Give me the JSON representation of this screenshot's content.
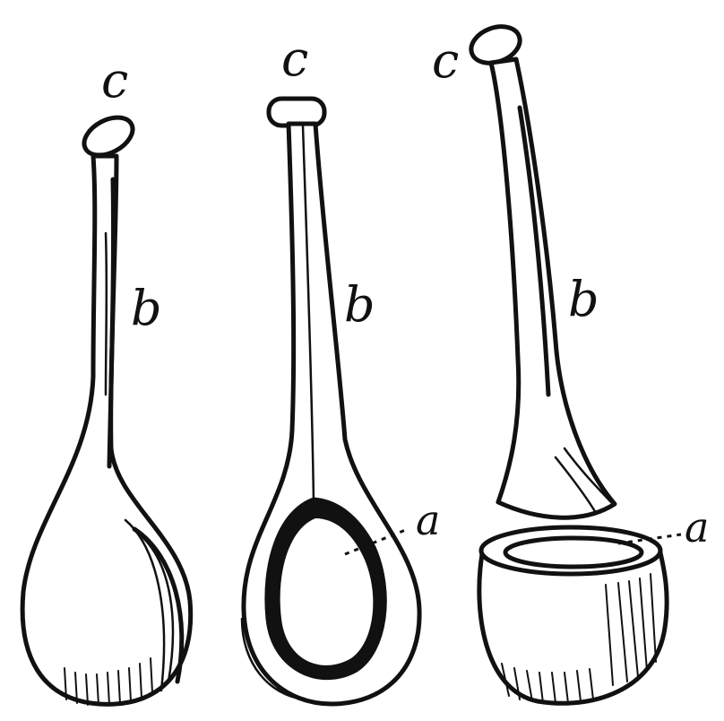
{
  "labels": {
    "fig1_c": "c",
    "fig1_b": "b",
    "fig2_c": "c",
    "fig2_b": "b",
    "fig2_a": "a",
    "fig3_c": "c",
    "fig3_b": "b",
    "fig3_a": "a"
  }
}
